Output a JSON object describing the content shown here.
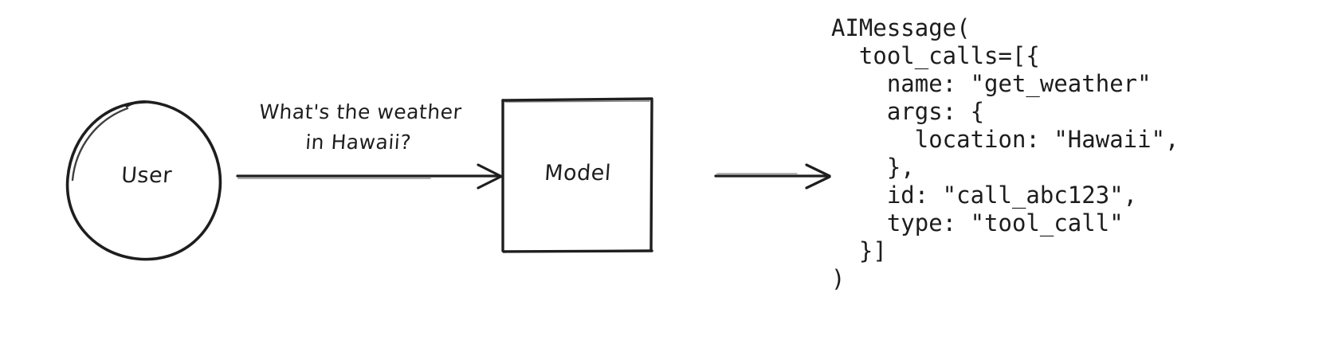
{
  "diagram": {
    "title": "model-tool-call-flow",
    "nodes": {
      "user": {
        "label": "User",
        "shape": "circle"
      },
      "model": {
        "label": "Model",
        "shape": "rectangle"
      }
    },
    "edges": {
      "user_to_model": {
        "label_line1": "What's the weather",
        "label_line2": "in Hawaii?"
      },
      "model_to_output": {
        "label": ""
      }
    },
    "colors": {
      "stroke": "#1e1e1e",
      "background": "#ffffff",
      "code_text": "#1d1d1d"
    }
  },
  "code": {
    "lines": [
      "AIMessage(",
      "  tool_calls=[{",
      "    name: \"get_weather\"",
      "    args: {",
      "      location: \"Hawaii\",",
      "    },",
      "    id: \"call_abc123\",",
      "    type: \"tool_call\"",
      "  }]",
      ")"
    ]
  }
}
